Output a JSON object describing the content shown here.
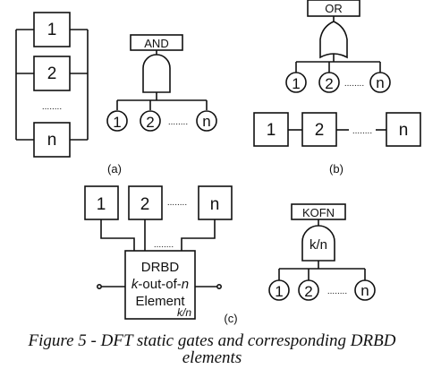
{
  "panel_a": {
    "block_labels": [
      "1",
      "2",
      "n"
    ],
    "ellipsis": "........",
    "gate_label": "AND",
    "input_labels": [
      "1",
      "2",
      "n"
    ],
    "input_ellipsis": "........",
    "tag": "(a)"
  },
  "panel_b": {
    "gate_label": "OR",
    "input_labels": [
      "1",
      "2",
      "n"
    ],
    "input_ellipsis": "........",
    "block_labels": [
      "1",
      "2",
      "n"
    ],
    "series_ellipsis": "........",
    "tag": "(b)"
  },
  "panel_c": {
    "block_labels": [
      "1",
      "2",
      "n"
    ],
    "top_ellipsis": "........",
    "mid_ellipsis": "........",
    "element_lines": {
      "line1": "DRBD",
      "line2_k": "k",
      "line2_mid": "-out-of-",
      "line2_n": "n",
      "line3": "Element",
      "line4": "k/n"
    },
    "gate_label": "KOFN",
    "gate_ratio": "k/n",
    "input_labels": [
      "1",
      "2",
      "n"
    ],
    "input_ellipsis": "........",
    "tag": "(c)"
  },
  "caption": {
    "line1": "Figure 5 - DFT static gates and corresponding DRBD",
    "line2": "elements"
  }
}
